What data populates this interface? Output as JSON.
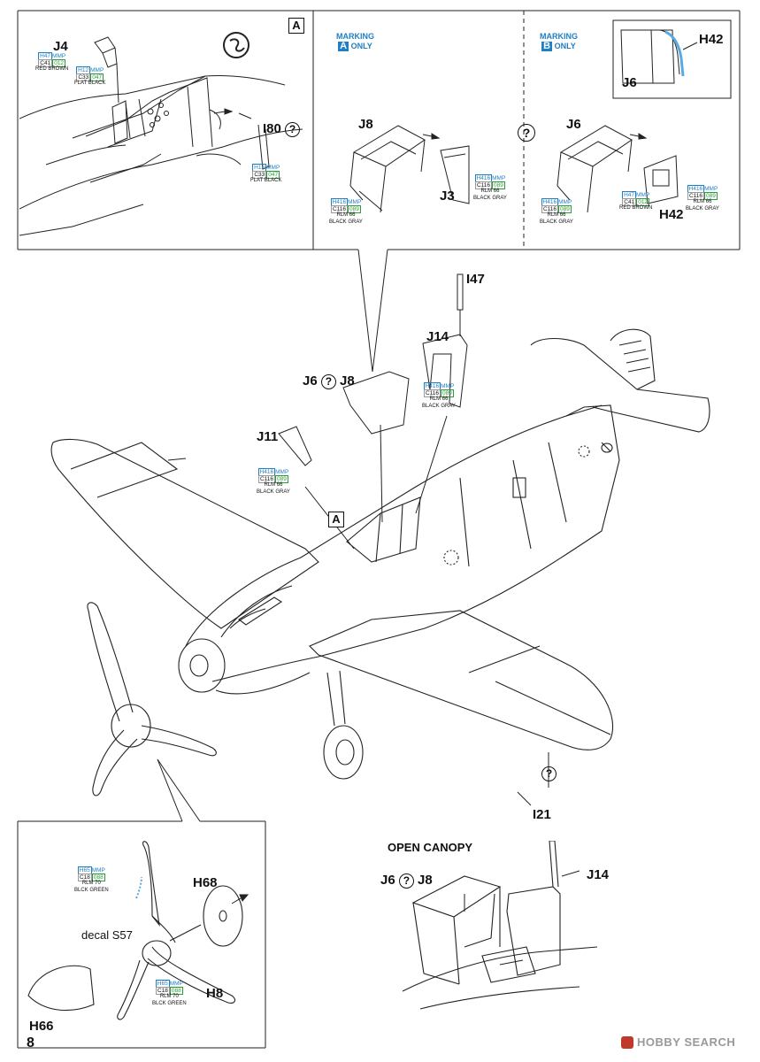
{
  "page_number": "8",
  "watermark": "HOBBY SEARCH",
  "step_a": {
    "box_label": "A",
    "parts": {
      "j4": "J4",
      "i80": "I80"
    },
    "paint_j4": {
      "h": "H47",
      "m": "MMP",
      "c": "C41",
      "g": "012",
      "name": "RED BROWN"
    },
    "paint_flat1": {
      "h": "H12",
      "m": "MMP",
      "c": "C33",
      "g": "047",
      "name": "FLAT BLACK"
    },
    "paint_flat2": {
      "h": "H12",
      "m": "MMP",
      "c": "C33",
      "g": "047",
      "name": "FLAT BLACK"
    }
  },
  "marking_a": {
    "line1": "MARKING",
    "letter": "A",
    "line2": "ONLY"
  },
  "step_ma": {
    "parts": {
      "j8": "J8",
      "j3": "J3"
    },
    "paint1": {
      "h": "H416",
      "m": "MMP",
      "c": "C116",
      "g": "089",
      "name1": "RLM 66",
      "name2": "BLACK GRAY"
    },
    "paint2": {
      "h": "H416",
      "m": "MMP",
      "c": "C116",
      "g": "089",
      "name1": "RLM 66",
      "name2": "BLACK GRAY"
    }
  },
  "marking_b": {
    "line1": "MARKING",
    "letter": "B",
    "line2": "ONLY"
  },
  "step_mb": {
    "parts": {
      "j6": "J6",
      "h42": "H42",
      "inset_h42": "H42",
      "inset_j6": "J6"
    },
    "paint1": {
      "h": "H416",
      "m": "MMP",
      "c": "C116",
      "g": "089",
      "name1": "RLM 66",
      "name2": "BLACK GRAY"
    },
    "paint2": {
      "h": "H47",
      "m": "MMP",
      "c": "C41",
      "g": "012",
      "name1": "RED BROWN"
    },
    "paint3": {
      "h": "H416",
      "m": "MMP",
      "c": "C116",
      "g": "089",
      "name1": "RLM 66",
      "name2": "BLACK GRAY"
    }
  },
  "main": {
    "parts": {
      "i47": "I47",
      "j14": "J14",
      "j6": "J6",
      "j8": "J8",
      "j11": "J11",
      "i21": "I21",
      "box_a": "A"
    },
    "paint_j14": {
      "h": "H416",
      "m": "MMP",
      "c": "C116",
      "g": "089",
      "name1": "RLM 66",
      "name2": "BLACK GRAY"
    },
    "paint_j11": {
      "h": "H416",
      "m": "MMP",
      "c": "C116",
      "g": "089",
      "name1": "RLM 66",
      "name2": "BLACK GRAY"
    }
  },
  "prop": {
    "parts": {
      "h68": "H68",
      "h8": "H8",
      "h66": "H66",
      "decal": "decal S57"
    },
    "paint1": {
      "h": "H65",
      "m": "MMP",
      "c": "C18",
      "g": "088",
      "name1": "RLM 70",
      "name2": "BLCK GREEN"
    },
    "paint2": {
      "h": "H65",
      "m": "MMP",
      "c": "C18",
      "g": "088",
      "name1": "RLM 70",
      "name2": "BLCK GREEN"
    }
  },
  "open_canopy": {
    "title": "OPEN CANOPY",
    "parts": {
      "j6": "J6",
      "j8": "J8",
      "j14": "J14"
    }
  }
}
